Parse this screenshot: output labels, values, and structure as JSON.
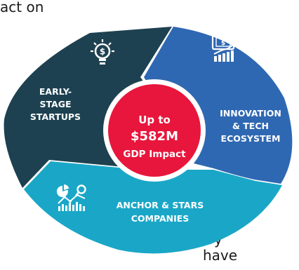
{
  "background_text": {
    "top": "act on",
    "bottom_line1": "y",
    "bottom_line2": "have"
  },
  "center": {
    "line1": "Up to",
    "line2": "$582M",
    "line3": "GDP Impact",
    "color": "#e8163c"
  },
  "segments": [
    {
      "id": "early",
      "label_lines": [
        "EARLY-",
        "STAGE",
        "STARTUPS"
      ],
      "icon": "lightbulb-dollar-icon",
      "color": "#1d4150"
    },
    {
      "id": "innovation",
      "label_lines": [
        "INNOVATION",
        "& TECH",
        "ECOSYSTEM"
      ],
      "icon": "money-growth-chart-icon",
      "color": "#2f68b2"
    },
    {
      "id": "anchor",
      "label_lines": [
        "ANCHOR & STARS",
        "COMPANIES"
      ],
      "icon": "analytics-chart-icon",
      "color": "#1aa7c7"
    }
  ]
}
